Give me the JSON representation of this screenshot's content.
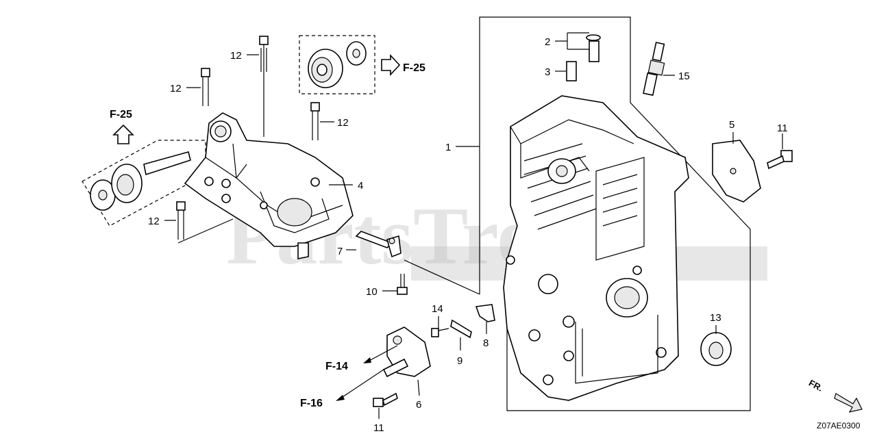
{
  "watermark": "PartsTree",
  "callouts": {
    "c1": "1",
    "c2": "2",
    "c3": "3",
    "c4": "4",
    "c5": "5",
    "c6": "6",
    "c7": "7",
    "c8": "8",
    "c9": "9",
    "c10": "10",
    "c11a": "11",
    "c11b": "11",
    "c12a": "12",
    "c12b": "12",
    "c12c": "12",
    "c12d": "12",
    "c13": "13",
    "c14": "14",
    "c15": "15"
  },
  "references": {
    "f25_top": "F-25",
    "f25_left": "F-25",
    "f14": "F-14",
    "f16": "F-16"
  },
  "direction": "FR.",
  "diagram_code": "Z07AE0300"
}
